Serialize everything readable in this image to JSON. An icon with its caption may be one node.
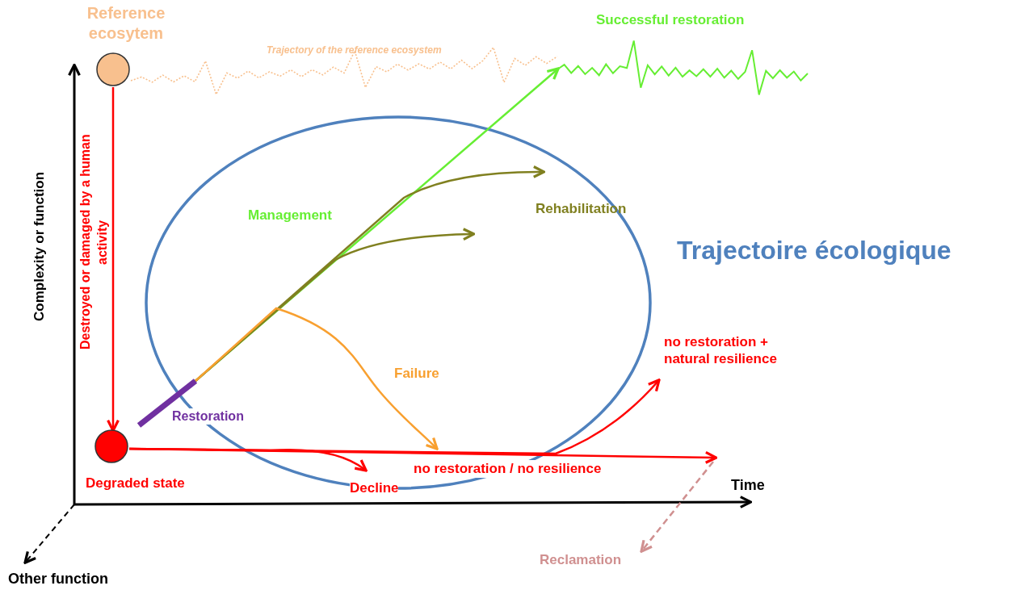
{
  "diagram": {
    "nodes": [
      {
        "text": [
          "Reference ecosytem"
        ]
      },
      {
        "text": [
          "Degraded state"
        ]
      },
      {
        "text": [
          "Restoration"
        ]
      },
      {
        "text": [
          "Successful restoration"
        ]
      },
      {
        "text": [
          "no restoration + natural resilience"
        ]
      },
      {
        "text": [
          "Reclamation"
        ]
      }
    ],
    "edges": [
      {
        "from": 0,
        "to": 1,
        "arrow": "to",
        "color": "#ff0000",
        "label": "Destroyed or damaged by a human activity"
      },
      {
        "from": 0,
        "to": 3,
        "arrow": "none",
        "style": "dashed",
        "color": "#f8c08e",
        "label": "Trajectory of the reference ecosystem"
      },
      {
        "from": 2,
        "to": 3,
        "arrow": "to",
        "color": "#66ee33",
        "label": "Management"
      },
      {
        "from": 2,
        "to": null,
        "arrow": "to",
        "color": "#808020"
      },
      {
        "from": 2,
        "to": null,
        "arrow": "to",
        "color": "#808020"
      },
      {
        "from": 2,
        "to": null,
        "arrow": "to",
        "color": "#f8a030",
        "label": "Failure"
      },
      {
        "from": 1,
        "to": null,
        "arrow": "to",
        "color": "#ff0000",
        "label": "no restoration / no resilience"
      },
      {
        "from": 1,
        "to": null,
        "arrow": "to",
        "color": "#ff0000",
        "label": "Decline"
      },
      {
        "from": 1,
        "to": 4,
        "arrow": "to",
        "color": "#ff0000"
      },
      {
        "from": null,
        "to": 5,
        "arrow": "to",
        "style": "dashed",
        "color": "#d09090"
      }
    ],
    "labels": [
      "Rehabilitation",
      "Trajectoire écologique",
      "Complexity or function",
      "Time",
      "Other function"
    ]
  }
}
